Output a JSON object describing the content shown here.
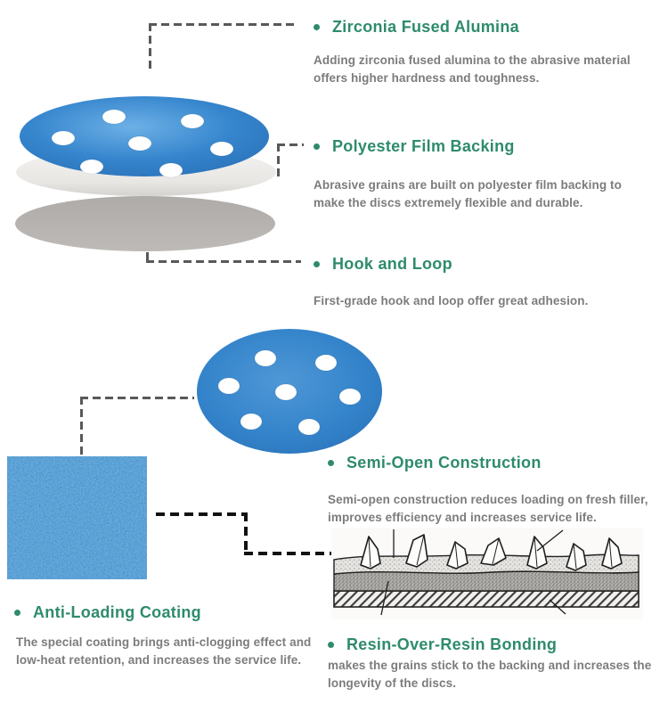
{
  "colors": {
    "accent_green": "#2e8b6d",
    "body_text": "#7c7c7c",
    "disc_blue": "#2e80c8",
    "disc_blue_dark": "#2a6fb6",
    "disc_blue_light": "#6db0e6",
    "backing_white": "#eceae7",
    "shadow_gray": "#b3b0ad",
    "coating_blue": "#2b7fc4",
    "connector_gray": "#595959",
    "connector_black": "#121212"
  },
  "sections": [
    {
      "title": "Zirconia Fused Alumina",
      "body": "Adding zirconia fused alumina to the abrasive material offers higher hardness and toughness."
    },
    {
      "title": "Polyester Film Backing",
      "body": "Abrasive grains are built on polyester film backing to make the discs extremely flexible and durable."
    },
    {
      "title": "Hook and Loop",
      "body": "First-grade hook and loop offer great adhesion."
    },
    {
      "title": "Semi-Open Construction",
      "body": "Semi-open construction reduces loading on fresh filler, improves efficiency and increases service life."
    },
    {
      "title": "Anti-Loading Coating",
      "body": "The special coating brings anti-clogging effect and low-heat retention, and increases the service life."
    },
    {
      "title": "Resin-Over-Resin Bonding",
      "body": "makes the grains stick to the backing and increases the longevity of the discs."
    }
  ]
}
